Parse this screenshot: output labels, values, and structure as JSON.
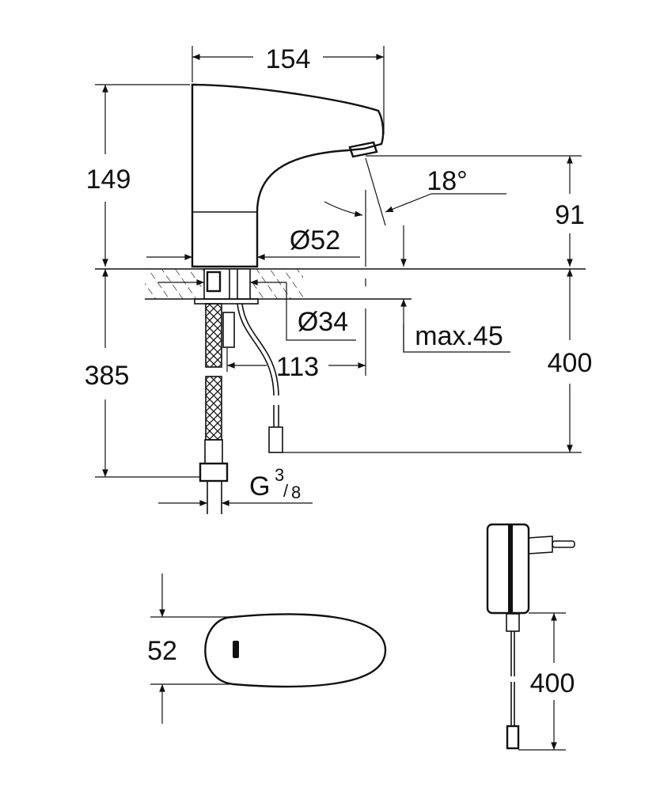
{
  "title": "Sensor basin faucet dimension drawing",
  "dimensions": {
    "width_top": "154",
    "height_body": "149",
    "spout_height": "91",
    "angle": "18°",
    "base_diameter": "Ø52",
    "hole_diameter": "Ø34",
    "max_thickness": "max.45",
    "hose_length": "385",
    "cable_length": "400",
    "cable_offset": "113",
    "thread_main": "G",
    "thread_num": "3",
    "thread_den": "8",
    "top_view_width": "52",
    "adapter_cable_length": "400"
  },
  "colors": {
    "line": "#111111",
    "background": "#ffffff"
  }
}
